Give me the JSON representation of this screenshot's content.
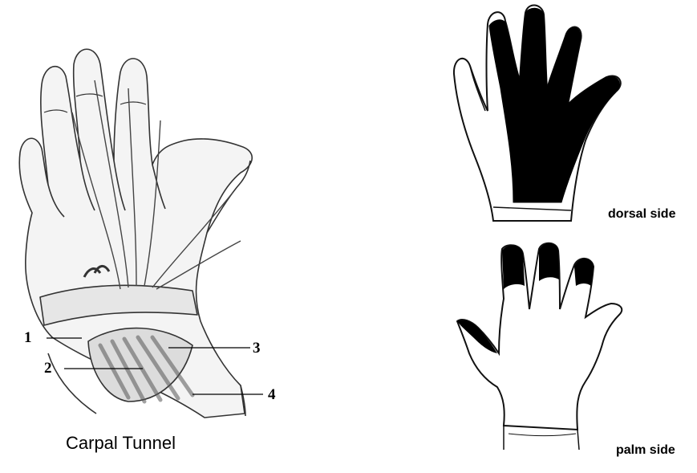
{
  "left_figure": {
    "caption": "Carpal Tunnel",
    "callouts": [
      "1",
      "2",
      "3",
      "4"
    ]
  },
  "right_figure": {
    "dorsal_label": "dorsal side",
    "palm_label": "palm side"
  },
  "colors": {
    "line": "#111111",
    "shading": "#000000",
    "background": "#ffffff"
  }
}
